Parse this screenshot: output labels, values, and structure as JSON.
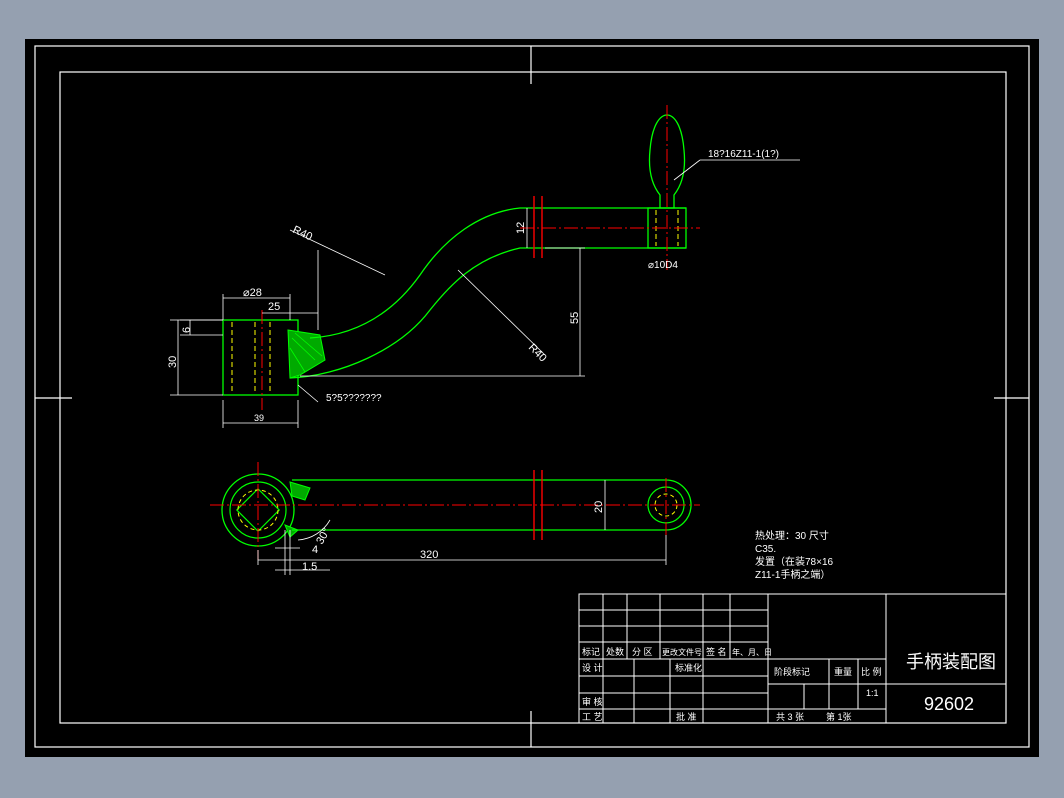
{
  "colors": {
    "background": "#95a0b0",
    "sheet": "#000000",
    "frame": "#ffffff",
    "part": "#00ff00",
    "center": "#ff0000",
    "hidden": "#ffff00",
    "dim": "#ffffff"
  },
  "dimensions": {
    "d_dia28": "⌀28",
    "d_25": "25",
    "d_6": "6",
    "d_30": "30",
    "d_39": "39",
    "d_r40_top": "R40",
    "d_r40_bot": "R40",
    "d_55": "55",
    "d_12": "12",
    "d_dia10": "⌀10D4",
    "d_20": "20",
    "d_320": "320",
    "d_4": "4",
    "d_1_5": "1.5",
    "d_30deg": "30°"
  },
  "callouts": {
    "knob": "18?16Z11-1(1?)",
    "weld": "5?5???????"
  },
  "notes": {
    "line1": "热处理：30 尺寸",
    "line2": "C35.",
    "line3": "发置（在装78×16",
    "line4": "Z11-1手柄之端）"
  },
  "title_block": {
    "h_mark": "标记",
    "h_count": "处数",
    "h_zone": "分 区",
    "h_docno": "更改文件号",
    "h_sign": "签 名",
    "h_date": "年、月、日",
    "r_design": "设 计",
    "r_standard": "标准化",
    "r_review": "审 核",
    "r_process": "工 艺",
    "r_approve": "批 准",
    "stage_mark": "阶段标记",
    "weight": "重量",
    "scale_label": "比 例",
    "scale_value": "1:1",
    "sheets": "共 3 张",
    "sheet_no": "第  1张",
    "drawing_title": "手柄装配图",
    "drawing_number": "92602"
  }
}
